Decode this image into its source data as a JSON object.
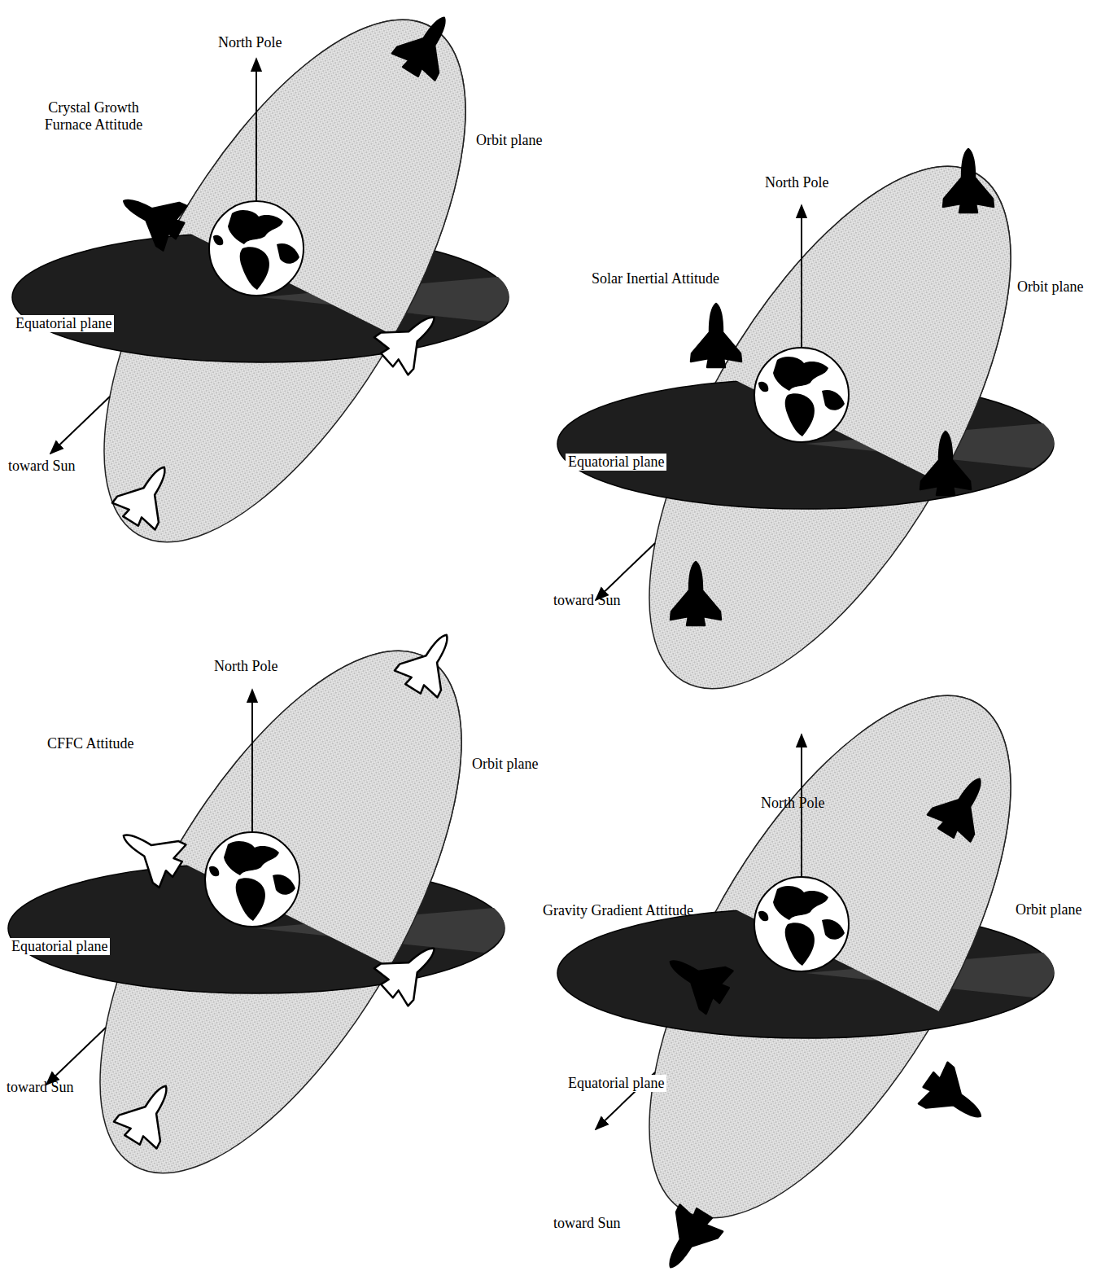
{
  "diagram": {
    "labels": [
      "North Pole",
      "Crystal Growth Furnace Attitude",
      "Orbit plane",
      "Equatorial plane",
      "toward Sun",
      "North Pole",
      "Solar Inertial Attitude",
      "Orbit plane",
      "Equatorial plane",
      "toward Sun",
      "North Pole",
      "CFFC Attitude",
      "Orbit plane",
      "Equatorial plane",
      "toward Sun",
      "North Pole",
      "Gravity Gradient Attitude",
      "Orbit plane",
      "Equatorial plane",
      "toward Sun"
    ]
  }
}
